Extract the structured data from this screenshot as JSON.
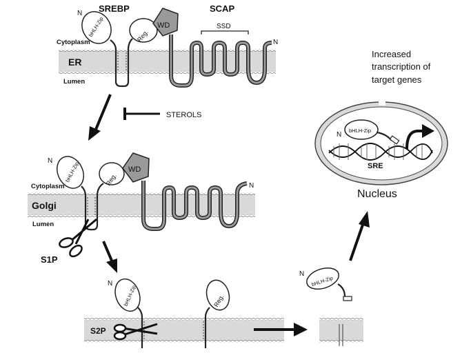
{
  "labels": {
    "srebp": "SREBP",
    "scap": "SCAP",
    "ssd": "SSD",
    "n": "N",
    "bhlh": "bHLH-Zip",
    "reg": "Reg.",
    "wd": "WD",
    "cytoplasm": "Cytoplasm",
    "lumen": "Lumen",
    "er": "ER",
    "golgi": "Golgi",
    "sterols": "STEROLS",
    "s1p": "S1P",
    "s2p": "S2P",
    "sre": "SRE",
    "nucleus": "Nucleus",
    "increased_1": "Increased",
    "increased_2": "transcription of",
    "increased_3": "target genes"
  }
}
